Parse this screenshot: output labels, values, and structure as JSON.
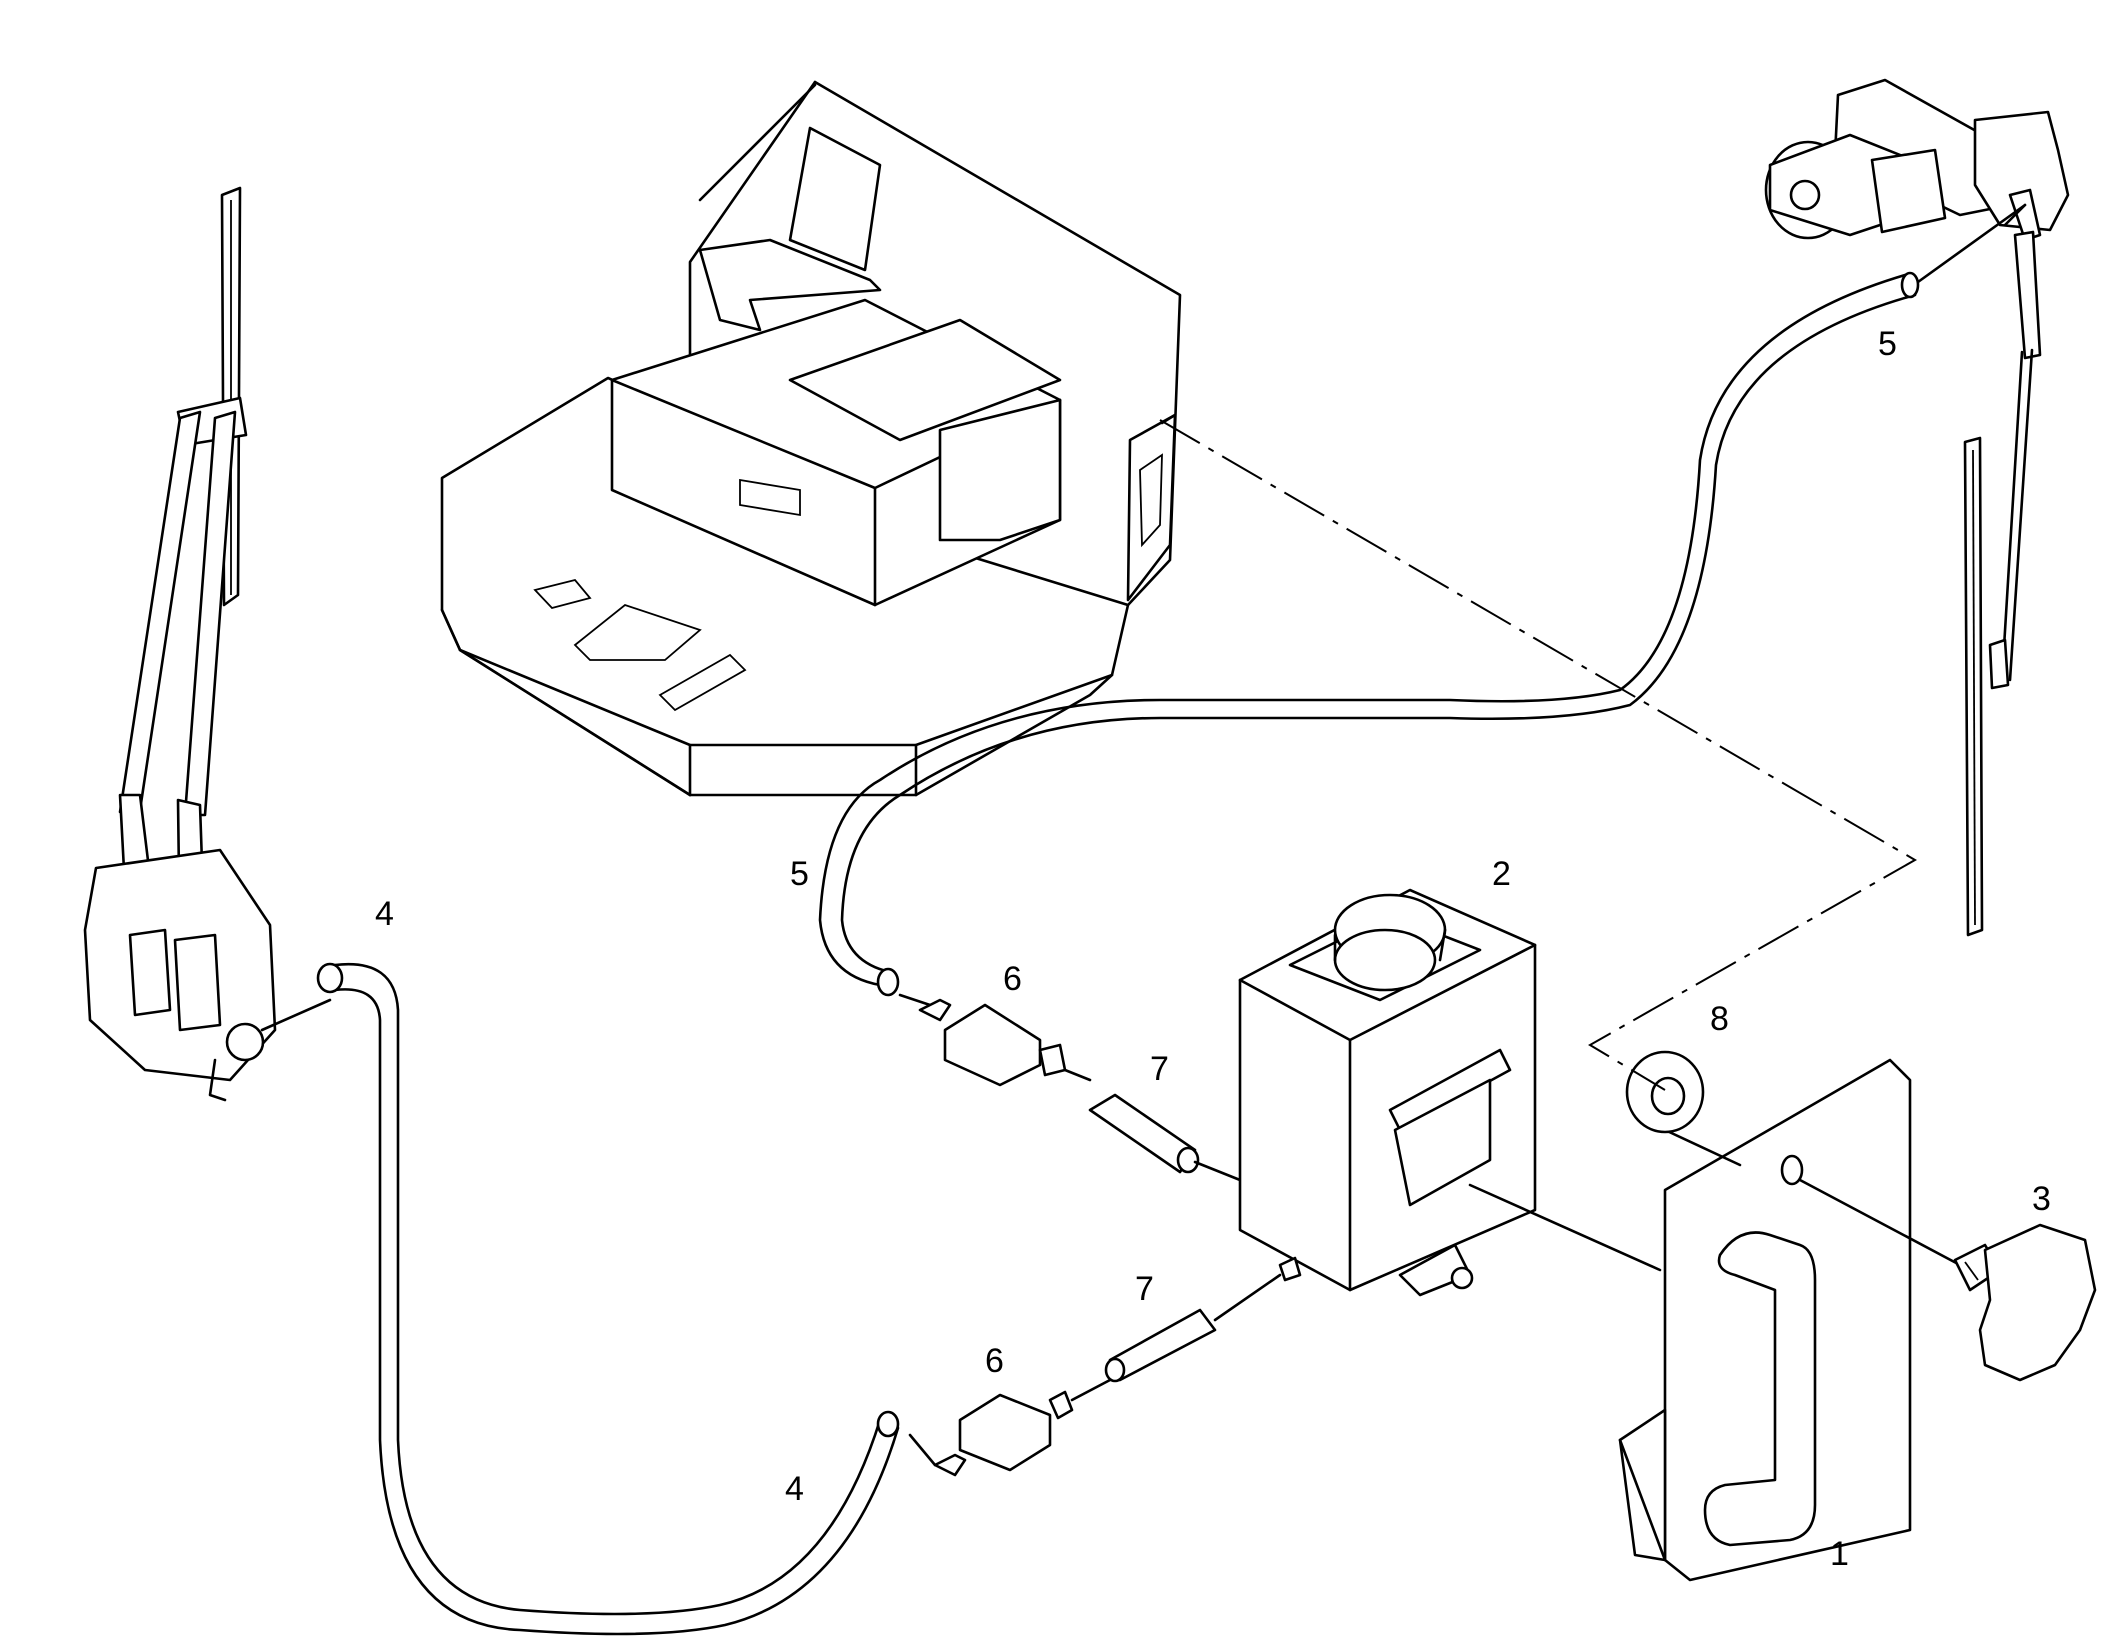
{
  "callouts": {
    "c1": "1",
    "c2": "2",
    "c3": "3",
    "c4a": "4",
    "c4b": "4",
    "c5a": "5",
    "c5b": "5",
    "c6a": "6",
    "c6b": "6",
    "c7a": "7",
    "c7b": "7",
    "c8": "8"
  },
  "colors": {
    "line": "#000000",
    "background": "#ffffff"
  }
}
